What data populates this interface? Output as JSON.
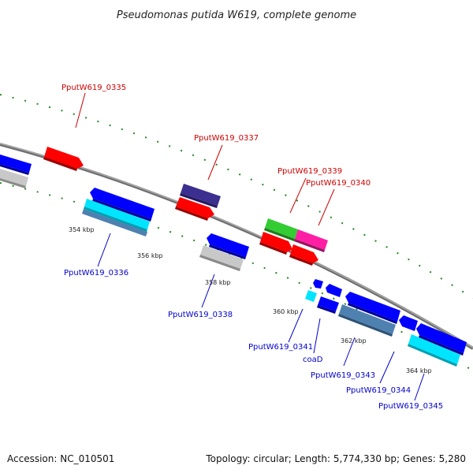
{
  "title": "Pseudomonas putida W619, complete genome",
  "footer": {
    "accession": "Accession: NC_010501",
    "topology": "Topology: circular; Length: 5,774,330 bp; Genes: 5,280"
  },
  "ticks": [
    "354 kbp",
    "356 kbp",
    "358 kbp",
    "360 kbp",
    "362 kbp",
    "364 kbp"
  ],
  "genes_top": [
    "PputW619_0335",
    "PputW619_0337",
    "PputW619_0339",
    "PputW619_0340"
  ],
  "genes_bottom": [
    "PputW619_0336",
    "PputW619_0338",
    "PputW619_0341",
    "coaD",
    "PputW619_0343",
    "PputW619_0344",
    "PputW619_0345"
  ],
  "colors": {
    "backbone": "#808080",
    "red": "#ff0000",
    "blue": "#0000ff",
    "navy": "#3b2f8f",
    "green": "#33cc33",
    "magenta": "#ff1fa5",
    "cyan": "#00e5ff",
    "steel": "#4f81b0",
    "gray": "#c8c8c8",
    "top_label": "#cc0000",
    "bottom_label": "#0000cc",
    "tick_green": "#007700"
  }
}
